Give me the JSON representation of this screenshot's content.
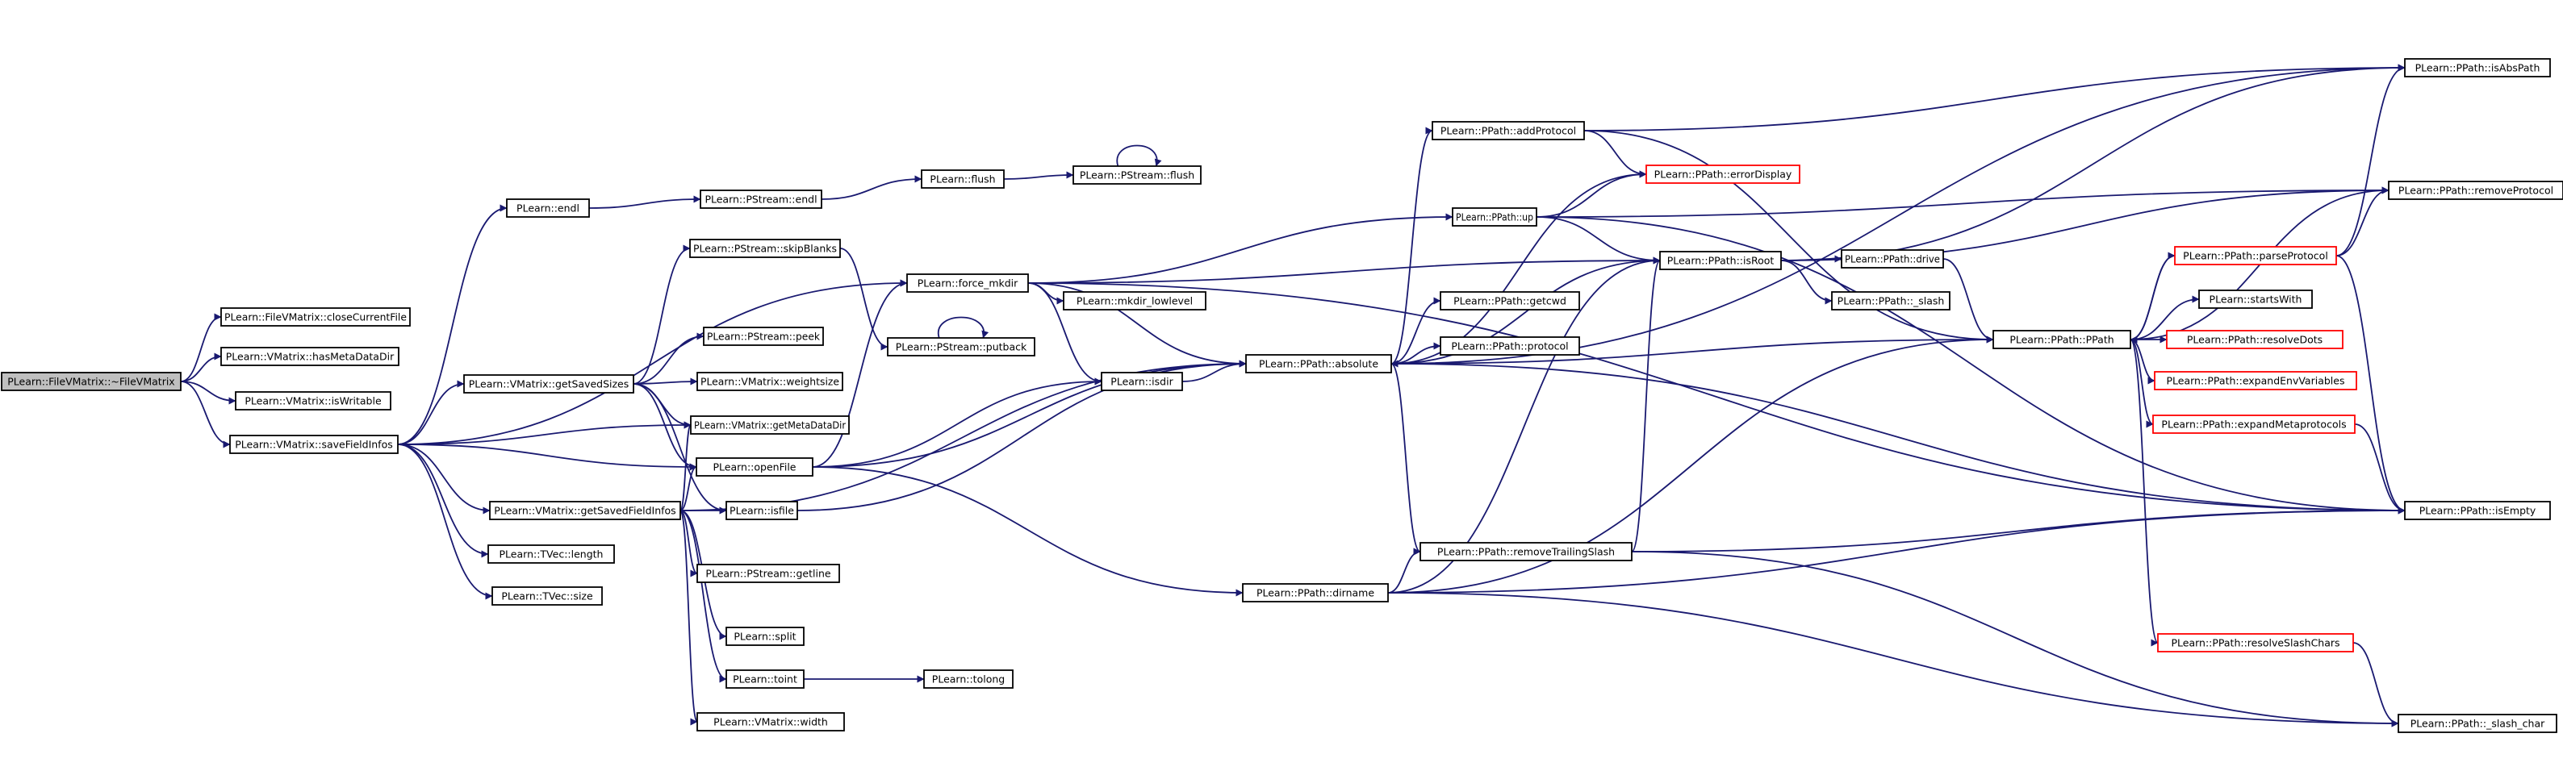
{
  "graph": {
    "nodes": [
      {
        "id": "root",
        "label": "PLearn::FileVMatrix::~FileVMatrix",
        "style": "root"
      },
      {
        "id": "closeCurrentFile",
        "label": "PLearn::FileVMatrix::closeCurrentFile"
      },
      {
        "id": "hasMetaDataDir",
        "label": "PLearn::VMatrix::hasMetaDataDir"
      },
      {
        "id": "isWritable",
        "label": "PLearn::VMatrix::isWritable"
      },
      {
        "id": "saveFieldInfos",
        "label": "PLearn::VMatrix::saveFieldInfos"
      },
      {
        "id": "endl",
        "label": "PLearn::endl"
      },
      {
        "id": "PStream_endl",
        "label": "PLearn::PStream::endl"
      },
      {
        "id": "flush",
        "label": "PLearn::flush"
      },
      {
        "id": "PStream_flush",
        "label": "PLearn::PStream::flush"
      },
      {
        "id": "force_mkdir",
        "label": "PLearn::force_mkdir"
      },
      {
        "id": "mkdir_lowlevel",
        "label": "PLearn::mkdir_lowlevel"
      },
      {
        "id": "skipBlanks",
        "label": "PLearn::PStream::skipBlanks"
      },
      {
        "id": "putback",
        "label": "PLearn::PStream::putback"
      },
      {
        "id": "peek",
        "label": "PLearn::PStream::peek"
      },
      {
        "id": "getSavedSizes",
        "label": "PLearn::VMatrix::getSavedSizes"
      },
      {
        "id": "weightsize",
        "label": "PLearn::VMatrix::weightsize"
      },
      {
        "id": "isdir",
        "label": "PLearn::isdir"
      },
      {
        "id": "getMetaDataDir",
        "label": "PLearn::VMatrix::getMetaDataDir"
      },
      {
        "id": "openFile",
        "label": "PLearn::openFile"
      },
      {
        "id": "isfile",
        "label": "PLearn::isfile"
      },
      {
        "id": "getSavedFieldInfos",
        "label": "PLearn::VMatrix::getSavedFieldInfos"
      },
      {
        "id": "length",
        "label": "PLearn::TVec::length"
      },
      {
        "id": "size",
        "label": "PLearn::TVec::size"
      },
      {
        "id": "getline",
        "label": "PLearn::PStream::getline"
      },
      {
        "id": "split",
        "label": "PLearn::split"
      },
      {
        "id": "toint",
        "label": "PLearn::toint"
      },
      {
        "id": "tolong",
        "label": "PLearn::tolong"
      },
      {
        "id": "width",
        "label": "PLearn::VMatrix::width"
      },
      {
        "id": "absolute",
        "label": "PLearn::PPath::absolute"
      },
      {
        "id": "addProtocol",
        "label": "PLearn::PPath::addProtocol"
      },
      {
        "id": "errorDisplay",
        "label": "PLearn::PPath::errorDisplay",
        "style": "red"
      },
      {
        "id": "up",
        "label": "PLearn::PPath::up"
      },
      {
        "id": "isRoot",
        "label": "PLearn::PPath::isRoot"
      },
      {
        "id": "drive",
        "label": "PLearn::PPath::drive"
      },
      {
        "id": "_slash",
        "label": "PLearn::PPath::_slash"
      },
      {
        "id": "getcwd",
        "label": "PLearn::PPath::getcwd"
      },
      {
        "id": "protocol",
        "label": "PLearn::PPath::protocol"
      },
      {
        "id": "PPath",
        "label": "PLearn::PPath::PPath"
      },
      {
        "id": "dirname",
        "label": "PLearn::PPath::dirname"
      },
      {
        "id": "removeTrailingSlash",
        "label": "PLearn::PPath::removeTrailingSlash"
      },
      {
        "id": "isAbsPath",
        "label": "PLearn::PPath::isAbsPath"
      },
      {
        "id": "removeProtocol",
        "label": "PLearn::PPath::removeProtocol"
      },
      {
        "id": "parseProtocol",
        "label": "PLearn::PPath::parseProtocol",
        "style": "red"
      },
      {
        "id": "startsWith",
        "label": "PLearn::startsWith"
      },
      {
        "id": "resolveDots",
        "label": "PLearn::PPath::resolveDots",
        "style": "red"
      },
      {
        "id": "expandEnvVariables",
        "label": "PLearn::PPath::expandEnvVariables",
        "style": "red"
      },
      {
        "id": "expandMetaprotocols",
        "label": "PLearn::PPath::expandMetaprotocols",
        "style": "red"
      },
      {
        "id": "isEmpty",
        "label": "PLearn::PPath::isEmpty"
      },
      {
        "id": "resolveSlashChars",
        "label": "PLearn::PPath::resolveSlashChars",
        "style": "red"
      },
      {
        "id": "_slash_char",
        "label": "PLearn::PPath::_slash_char"
      }
    ],
    "edges": [
      [
        "root",
        "closeCurrentFile"
      ],
      [
        "root",
        "hasMetaDataDir"
      ],
      [
        "root",
        "isWritable"
      ],
      [
        "root",
        "saveFieldInfos"
      ],
      [
        "saveFieldInfos",
        "endl"
      ],
      [
        "saveFieldInfos",
        "force_mkdir"
      ],
      [
        "saveFieldInfos",
        "getSavedSizes"
      ],
      [
        "saveFieldInfos",
        "getMetaDataDir"
      ],
      [
        "saveFieldInfos",
        "openFile"
      ],
      [
        "saveFieldInfos",
        "getSavedFieldInfos"
      ],
      [
        "saveFieldInfos",
        "length"
      ],
      [
        "saveFieldInfos",
        "size"
      ],
      [
        "endl",
        "PStream_endl"
      ],
      [
        "PStream_endl",
        "flush"
      ],
      [
        "flush",
        "PStream_flush"
      ],
      [
        "PStream_flush",
        "PStream_flush"
      ],
      [
        "getSavedSizes",
        "skipBlanks"
      ],
      [
        "getSavedSizes",
        "peek"
      ],
      [
        "getSavedSizes",
        "weightsize"
      ],
      [
        "getSavedSizes",
        "getMetaDataDir"
      ],
      [
        "getSavedSizes",
        "openFile"
      ],
      [
        "getSavedSizes",
        "isfile"
      ],
      [
        "skipBlanks",
        "putback"
      ],
      [
        "putback",
        "putback"
      ],
      [
        "getSavedFieldInfos",
        "getMetaDataDir"
      ],
      [
        "getSavedFieldInfos",
        "openFile"
      ],
      [
        "getSavedFieldInfos",
        "isfile"
      ],
      [
        "getSavedFieldInfos",
        "getline"
      ],
      [
        "getSavedFieldInfos",
        "split"
      ],
      [
        "getSavedFieldInfos",
        "toint"
      ],
      [
        "getSavedFieldInfos",
        "width"
      ],
      [
        "getSavedFieldInfos",
        "absolute"
      ],
      [
        "toint",
        "tolong"
      ],
      [
        "openFile",
        "force_mkdir"
      ],
      [
        "openFile",
        "isdir"
      ],
      [
        "openFile",
        "absolute"
      ],
      [
        "openFile",
        "dirname"
      ],
      [
        "isfile",
        "absolute"
      ],
      [
        "isdir",
        "absolute"
      ],
      [
        "force_mkdir",
        "mkdir_lowlevel"
      ],
      [
        "force_mkdir",
        "isdir"
      ],
      [
        "force_mkdir",
        "up"
      ],
      [
        "force_mkdir",
        "isRoot"
      ],
      [
        "force_mkdir",
        "absolute"
      ],
      [
        "force_mkdir",
        "isEmpty"
      ],
      [
        "absolute",
        "addProtocol"
      ],
      [
        "absolute",
        "getcwd"
      ],
      [
        "absolute",
        "protocol"
      ],
      [
        "absolute",
        "PPath"
      ],
      [
        "absolute",
        "removeTrailingSlash"
      ],
      [
        "absolute",
        "isEmpty"
      ],
      [
        "absolute",
        "isAbsPath"
      ],
      [
        "absolute",
        "errorDisplay"
      ],
      [
        "addProtocol",
        "isAbsPath"
      ],
      [
        "addProtocol",
        "errorDisplay"
      ],
      [
        "addProtocol",
        "PPath"
      ],
      [
        "up",
        "errorDisplay"
      ],
      [
        "up",
        "isRoot"
      ],
      [
        "up",
        "isEmpty"
      ],
      [
        "up",
        "removeProtocol"
      ],
      [
        "isRoot",
        "drive"
      ],
      [
        "isRoot",
        "_slash"
      ],
      [
        "isRoot",
        "isAbsPath"
      ],
      [
        "isRoot",
        "absolute"
      ],
      [
        "isRoot",
        "removeProtocol"
      ],
      [
        "drive",
        "PPath"
      ],
      [
        "dirname",
        "removeTrailingSlash"
      ],
      [
        "dirname",
        "isEmpty"
      ],
      [
        "dirname",
        "isRoot"
      ],
      [
        "dirname",
        "PPath"
      ],
      [
        "dirname",
        "_slash_char"
      ],
      [
        "removeTrailingSlash",
        "isRoot"
      ],
      [
        "removeTrailingSlash",
        "isEmpty"
      ],
      [
        "removeTrailingSlash",
        "_slash_char"
      ],
      [
        "PPath",
        "removeProtocol"
      ],
      [
        "PPath",
        "parseProtocol"
      ],
      [
        "PPath",
        "startsWith"
      ],
      [
        "PPath",
        "resolveDots"
      ],
      [
        "PPath",
        "expandEnvVariables"
      ],
      [
        "PPath",
        "expandMetaprotocols"
      ],
      [
        "PPath",
        "resolveSlashChars"
      ],
      [
        "parseProtocol",
        "isAbsPath"
      ],
      [
        "parseProtocol",
        "removeProtocol"
      ],
      [
        "parseProtocol",
        "isEmpty"
      ],
      [
        "parseProtocol",
        "PPath"
      ],
      [
        "expandMetaprotocols",
        "isEmpty"
      ],
      [
        "resolveSlashChars",
        "_slash_char"
      ]
    ]
  }
}
